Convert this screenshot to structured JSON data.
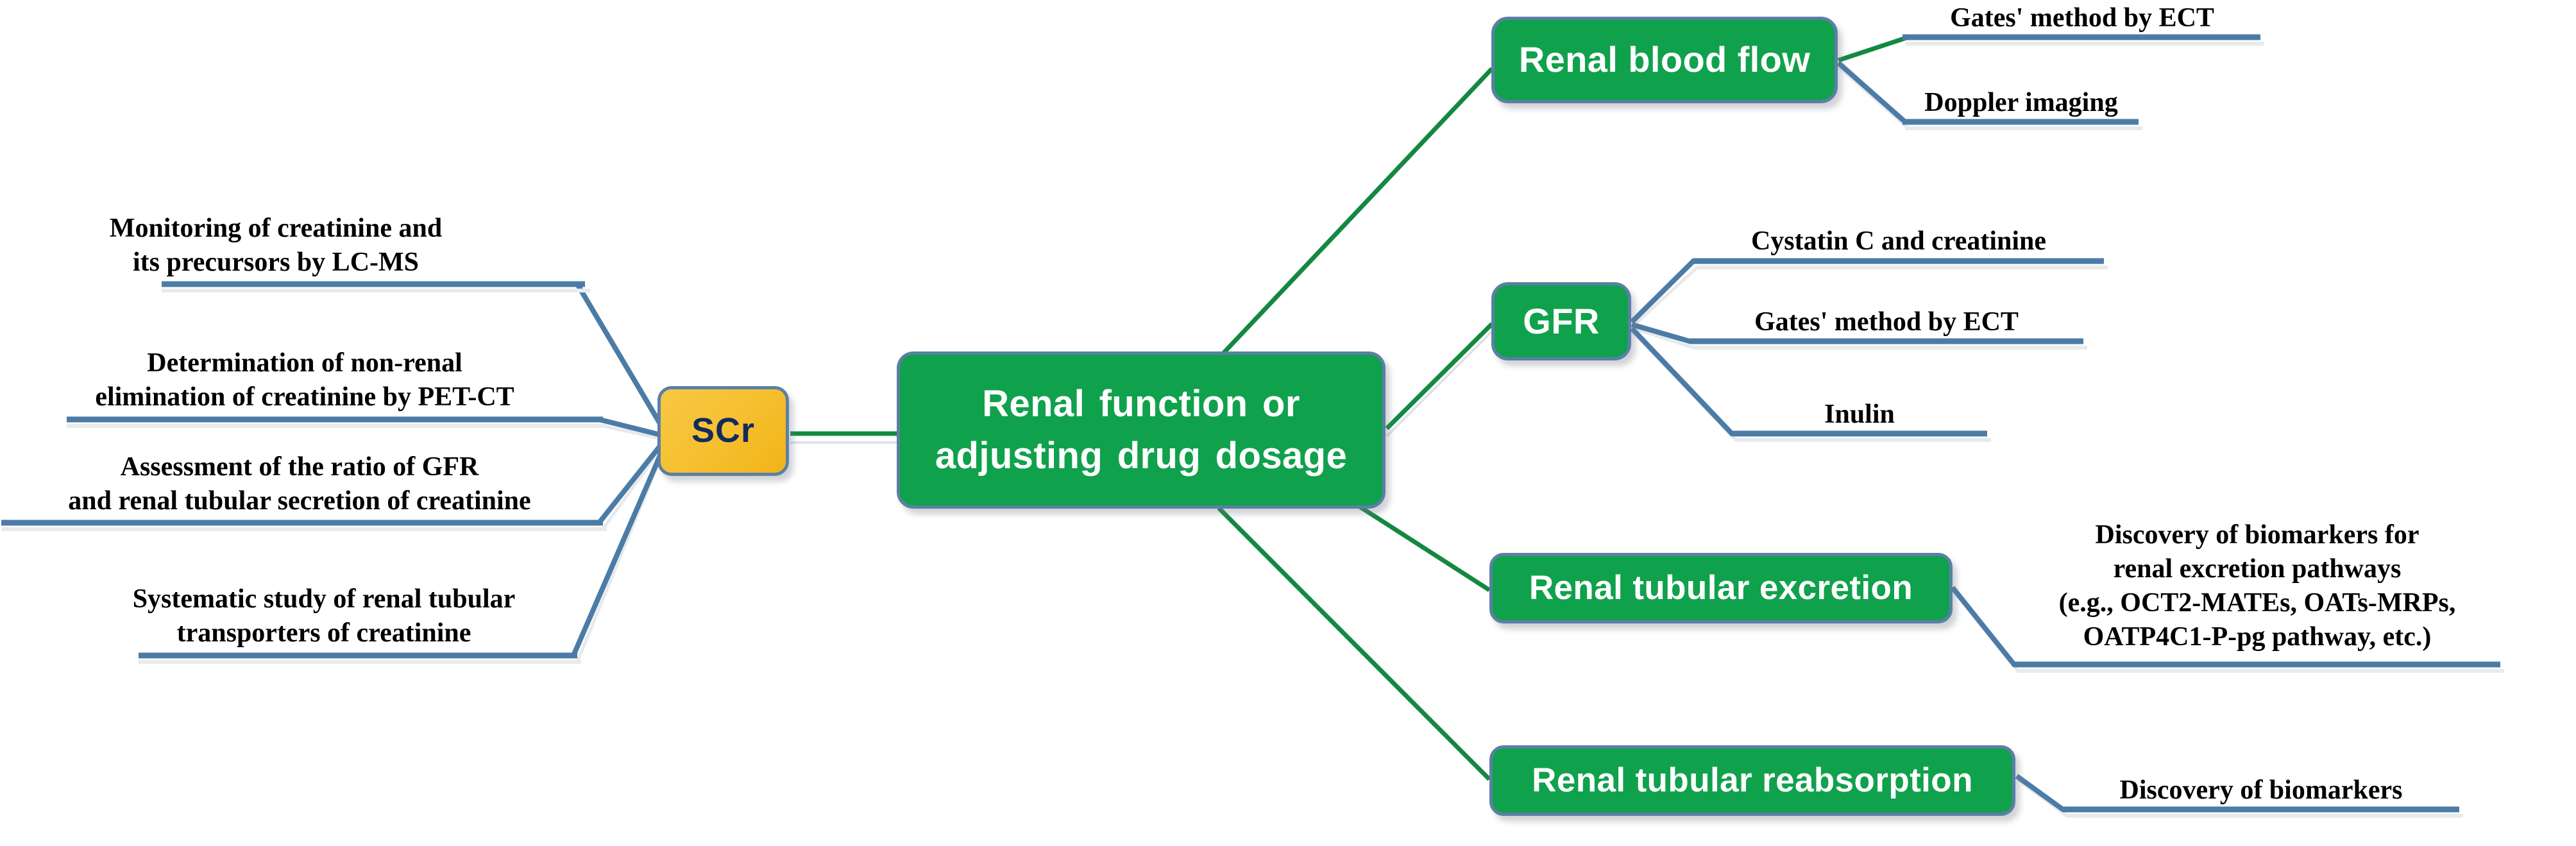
{
  "diagram": {
    "title": "Renal function or adjusting drug dosage mind map",
    "colors": {
      "node_green": "#10a14c",
      "node_amber": "#f3bb22",
      "node_border": "#5b7fa6",
      "green_connector": "#13893f",
      "blue_connector": "#4c7ca6",
      "leaf_text": "#000000",
      "amber_text": "#122a5e",
      "background": "#ffffff"
    }
  },
  "nodes": {
    "scr": {
      "label": "SCr"
    },
    "center": {
      "label": "Renal  function  or\nadjusting  drug  dosage"
    },
    "renal_blood_flow": {
      "label": "Renal blood flow"
    },
    "gfr": {
      "label": "GFR"
    },
    "renal_tubular_excretion": {
      "label": "Renal tubular excretion"
    },
    "renal_tubular_reabsorption": {
      "label": "Renal tubular reabsorption"
    }
  },
  "left_branches": [
    {
      "label": "Monitoring of creatinine and\nits precursors by LC-MS"
    },
    {
      "label": "Determination of non-renal\nelimination of  creatinine by PET-CT"
    },
    {
      "label": "Assessment of the ratio of GFR\nand renal tubular secretion of creatinine"
    },
    {
      "label": "Systematic study of renal tubular\ntransporters of creatinine"
    }
  ],
  "right_branches": [
    {
      "parent": "renal_blood_flow",
      "children": [
        {
          "label": "Gates' method by ECT"
        },
        {
          "label": "Doppler imaging"
        }
      ]
    },
    {
      "parent": "gfr",
      "children": [
        {
          "label": "Cystatin C and  creatinine"
        },
        {
          "label": "Gates' method by ECT"
        },
        {
          "label": "Inulin"
        }
      ]
    },
    {
      "parent": "renal_tubular_excretion",
      "children": [
        {
          "label": "Discovery of biomarkers for\nrenal excretion pathways\n(e.g., OCT2-MATEs, OATs-MRPs,\nOATP4C1-P-pg pathway, etc.)"
        }
      ]
    },
    {
      "parent": "renal_tubular_reabsorption",
      "children": [
        {
          "label": "Discovery of biomarkers"
        }
      ]
    }
  ]
}
